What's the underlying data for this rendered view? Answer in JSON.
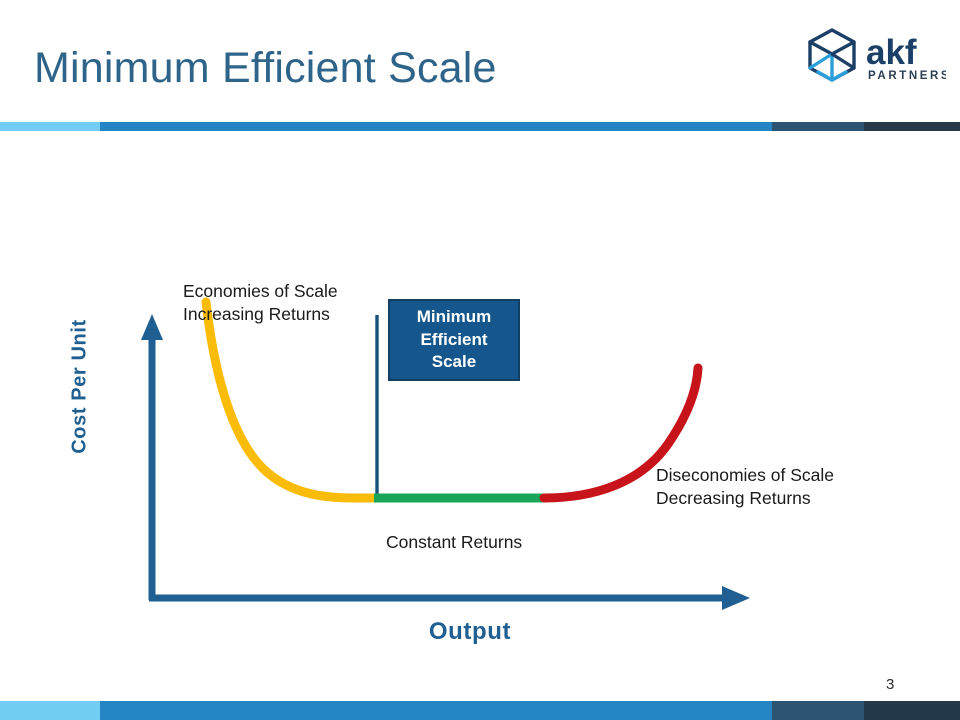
{
  "slide": {
    "title": "Minimum Efficient Scale",
    "page_number": "3",
    "background_color": "#ffffff"
  },
  "logo": {
    "name": "akf-partners-logo",
    "wordmark": "akf",
    "tagline": "PARTNERS",
    "mark_dark_color": "#1b3f66",
    "mark_light_color": "#2a9fdb",
    "wordmark_color": "#1b3f66"
  },
  "accent_bar": {
    "segments": [
      {
        "name": "light-blue",
        "color": "#72cdf4"
      },
      {
        "name": "brand-blue",
        "color": "#2585c4"
      },
      {
        "name": "slate-blue",
        "color": "#2d5573"
      },
      {
        "name": "dark-navy",
        "color": "#24394a"
      }
    ]
  },
  "chart_data": {
    "type": "line",
    "title": "Minimum Efficient Scale",
    "xlabel": "Output",
    "ylabel": "Cost Per Unit",
    "grid": false,
    "legend": "none",
    "axis_color": "#1f5f91",
    "xlim": [
      0,
      100
    ],
    "ylim": [
      0,
      100
    ],
    "annotations": [
      {
        "name": "economies-of-scale",
        "text": "Economies of Scale\nIncreasing Returns",
        "color": "#1a1a1a"
      },
      {
        "name": "minimum-efficient-scale",
        "text": "Minimum\nEfficient\nScale",
        "color": "#ffffff",
        "fill": "#15578c",
        "border": "#133f63"
      },
      {
        "name": "constant-returns",
        "text": "Constant Returns",
        "color": "#1a1a1a"
      },
      {
        "name": "diseconomies-of-scale",
        "text": "Diseconomies of Scale\nDecreasing Returns",
        "color": "#1a1a1a"
      }
    ],
    "series": [
      {
        "name": "Economies of Scale (Increasing Returns)",
        "color": "#fbbc09",
        "segment": "declining-curve",
        "x": [
          12,
          15,
          19,
          24,
          30,
          36,
          42,
          48,
          54,
          60,
          66,
          72,
          76
        ],
        "y": [
          82,
          70,
          58,
          47,
          38,
          31,
          25,
          20,
          16,
          13,
          11,
          10,
          9.5
        ]
      },
      {
        "name": "Constant Returns",
        "color": "#18a558",
        "segment": "flat-minimum",
        "x": [
          76,
          84,
          92,
          100,
          108,
          116,
          124,
          132
        ],
        "y": [
          9.5,
          9.5,
          9.5,
          9.5,
          9.5,
          9.5,
          9.5,
          9.5
        ]
      },
      {
        "name": "Diseconomies of Scale (Decreasing Returns)",
        "color": "#c7141a",
        "segment": "rising-curve",
        "x": [
          132,
          140,
          148,
          156,
          164,
          170,
          176,
          180,
          183
        ],
        "y": [
          9.5,
          11,
          14,
          19,
          27,
          37,
          50,
          66,
          80
        ]
      }
    ]
  }
}
